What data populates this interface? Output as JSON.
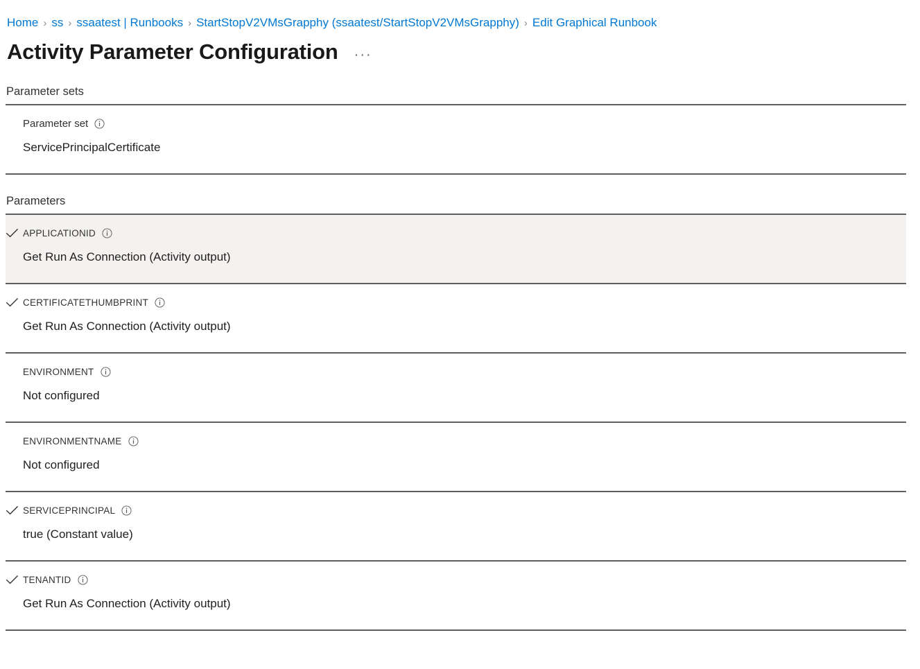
{
  "breadcrumb": {
    "separator": "›",
    "items": [
      {
        "label": "Home"
      },
      {
        "label": "ss"
      },
      {
        "label": "ssaatest | Runbooks"
      },
      {
        "label": "StartStopV2VMsGrapphy (ssaatest/StartStopV2VMsGrapphy)"
      },
      {
        "label": "Edit Graphical Runbook"
      }
    ]
  },
  "header": {
    "title": "Activity Parameter Configuration",
    "more_menu": "···",
    "more_menu_name": "More commands"
  },
  "sections": [
    {
      "title": "Parameter sets",
      "rows": [
        {
          "label": "Parameter set",
          "label_style": "mixed",
          "checked": false,
          "info": true,
          "value": "ServicePrincipalCertificate",
          "selected": false
        }
      ]
    },
    {
      "title": "Parameters",
      "rows": [
        {
          "label": "APPLICATIONID",
          "label_style": "upper",
          "checked": true,
          "info": true,
          "value": "Get Run As Connection (Activity output)",
          "selected": true
        },
        {
          "label": "CERTIFICATETHUMBPRINT",
          "label_style": "upper",
          "checked": true,
          "info": true,
          "value": "Get Run As Connection (Activity output)",
          "selected": false
        },
        {
          "label": "ENVIRONMENT",
          "label_style": "upper",
          "checked": false,
          "info": true,
          "value": "Not configured",
          "selected": false
        },
        {
          "label": "ENVIRONMENTNAME",
          "label_style": "upper",
          "checked": false,
          "info": true,
          "value": "Not configured",
          "selected": false
        },
        {
          "label": "SERVICEPRINCIPAL",
          "label_style": "upper",
          "checked": true,
          "info": true,
          "value": "true (Constant value)",
          "selected": false
        },
        {
          "label": "TENANTID",
          "label_style": "upper",
          "checked": true,
          "info": true,
          "value": "Get Run As Connection (Activity output)",
          "selected": false
        }
      ]
    }
  ],
  "colors": {
    "link": "#0078d4",
    "text": "#201f1e",
    "muted": "#605e5c",
    "selected_row_bg": "#f3f2f1",
    "divider": "#605e5c"
  },
  "icons": {
    "check": "check-icon",
    "info": "info-icon",
    "chevron": "chevron-right-icon"
  }
}
